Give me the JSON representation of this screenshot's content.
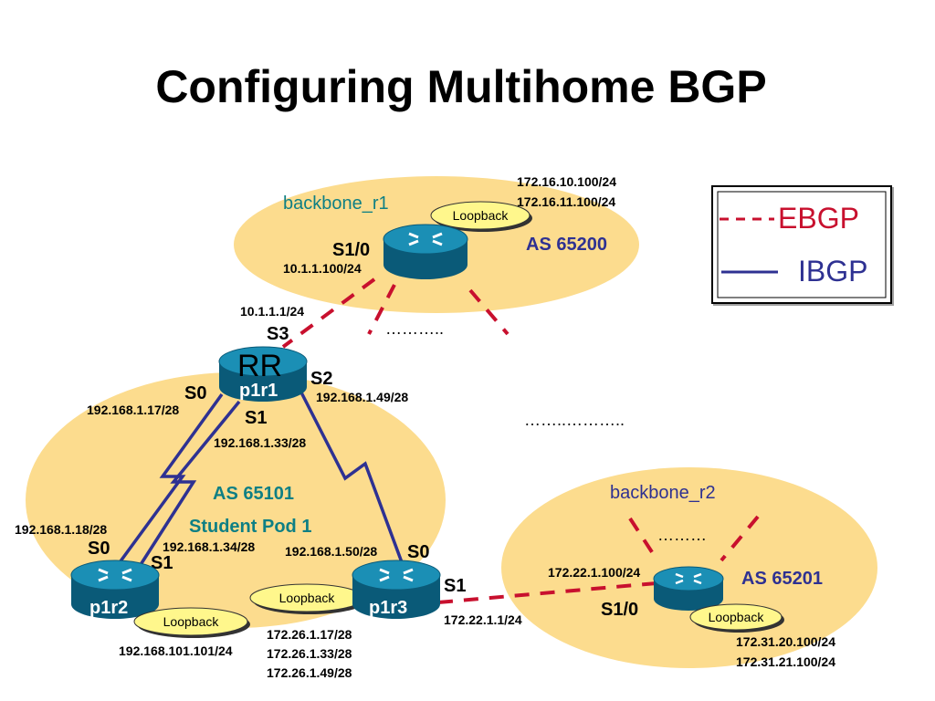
{
  "title": "Configuring Multihome BGP",
  "legend": {
    "ebgp": "EBGP",
    "ibgp": "IBGP"
  },
  "colors": {
    "ebgp": "#c8102e",
    "ibgp": "#2e3192",
    "as_zone": "#fcdc8e",
    "loopback": "#fff78c",
    "router": "#0e7f9c"
  },
  "backbone_r1": {
    "name": "backbone_r1",
    "as": "AS 65200",
    "loopback_label": "Loopback",
    "loopback_ips": [
      "172.16.10.100/24",
      "172.16.11.100/24"
    ],
    "iface": "S1/0",
    "iface_ip": "10.1.1.100/24"
  },
  "p1r1": {
    "name": "p1r1",
    "role": "RR",
    "s3": "S3",
    "s3_ip": "10.1.1.1/24",
    "s2": "S2",
    "s2_ip": "192.168.1.49/28",
    "s0": "S0",
    "s0_ip": "192.168.1.17/28",
    "s1": "S1",
    "s1_ip": "192.168.1.33/28"
  },
  "pod": {
    "as": "AS 65101",
    "name": "Student Pod 1"
  },
  "p1r2": {
    "name": "p1r2",
    "s0": "S0",
    "s0_ip": "192.168.1.18/28",
    "s1": "S1",
    "s1_ip": "192.168.1.34/28",
    "loopback_label": "Loopback",
    "loopback_ip": "192.168.101.101/24"
  },
  "p1r3": {
    "name": "p1r3",
    "s0": "S0",
    "s0_ip": "192.168.1.50/28",
    "s1": "S1",
    "s1_ip": "172.22.1.1/24",
    "loopback_label": "Loopback",
    "loopback_ips": [
      "172.26.1.17/28",
      "172.26.1.33/28",
      "172.26.1.49/28"
    ]
  },
  "backbone_r2": {
    "name": "backbone_r2",
    "as": "AS 65201",
    "iface": "S1/0",
    "iface_ip": "172.22.1.100/24",
    "loopback_label": "Loopback",
    "loopback_ips": [
      "172.31.20.100/24",
      "172.31.21.100/24"
    ]
  },
  "dots": {
    "top": "………..",
    "middle": "……..………..",
    "right": "………"
  }
}
